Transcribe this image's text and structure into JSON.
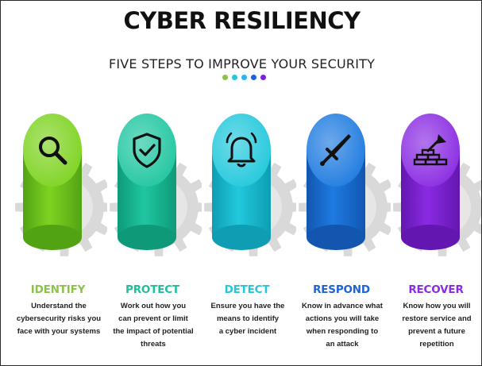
{
  "title": "CYBER RESILIENCY",
  "subtitle": "FIVE STEPS TO IMPROVE YOUR SECURITY",
  "dot_colors": [
    "#8bc34a",
    "#26c6da",
    "#29b6f6",
    "#1e63d6",
    "#7b1fd8"
  ],
  "steps": [
    {
      "title": "IDENTIFY",
      "icon": "magnifier-icon",
      "color": "#7ed321",
      "color_dark": "#52a314",
      "title_color": "#8bc34a",
      "desc_lines": [
        "Understand the",
        "cybersecurity risks you",
        "face with your systems"
      ]
    },
    {
      "title": "PROTECT",
      "icon": "shield-check-icon",
      "color": "#1fc6a0",
      "color_dark": "#0e9a78",
      "title_color": "#1fbf9a",
      "desc_lines": [
        "Work out how you",
        "can prevent or limit",
        "the impact of potential",
        "threats"
      ]
    },
    {
      "title": "DETECT",
      "icon": "bell-icon",
      "color": "#22c8dc",
      "color_dark": "#0e9db2",
      "title_color": "#26c6da",
      "desc_lines": [
        "Ensure you have the",
        "means to identify",
        "a cyber incident"
      ]
    },
    {
      "title": "RESPOND",
      "icon": "sword-icon",
      "color": "#1e7be0",
      "color_dark": "#1256b0",
      "title_color": "#1e63d6",
      "desc_lines": [
        "Know in advance what",
        "actions you will take",
        "when responding to",
        "an attack"
      ]
    },
    {
      "title": "RECOVER",
      "icon": "trowel-bricks-icon",
      "color": "#8a2be2",
      "color_dark": "#6316b0",
      "title_color": "#8a2be2",
      "desc_lines": [
        "Know how you will",
        "restore service and",
        "prevent a future",
        "repetition"
      ]
    }
  ]
}
